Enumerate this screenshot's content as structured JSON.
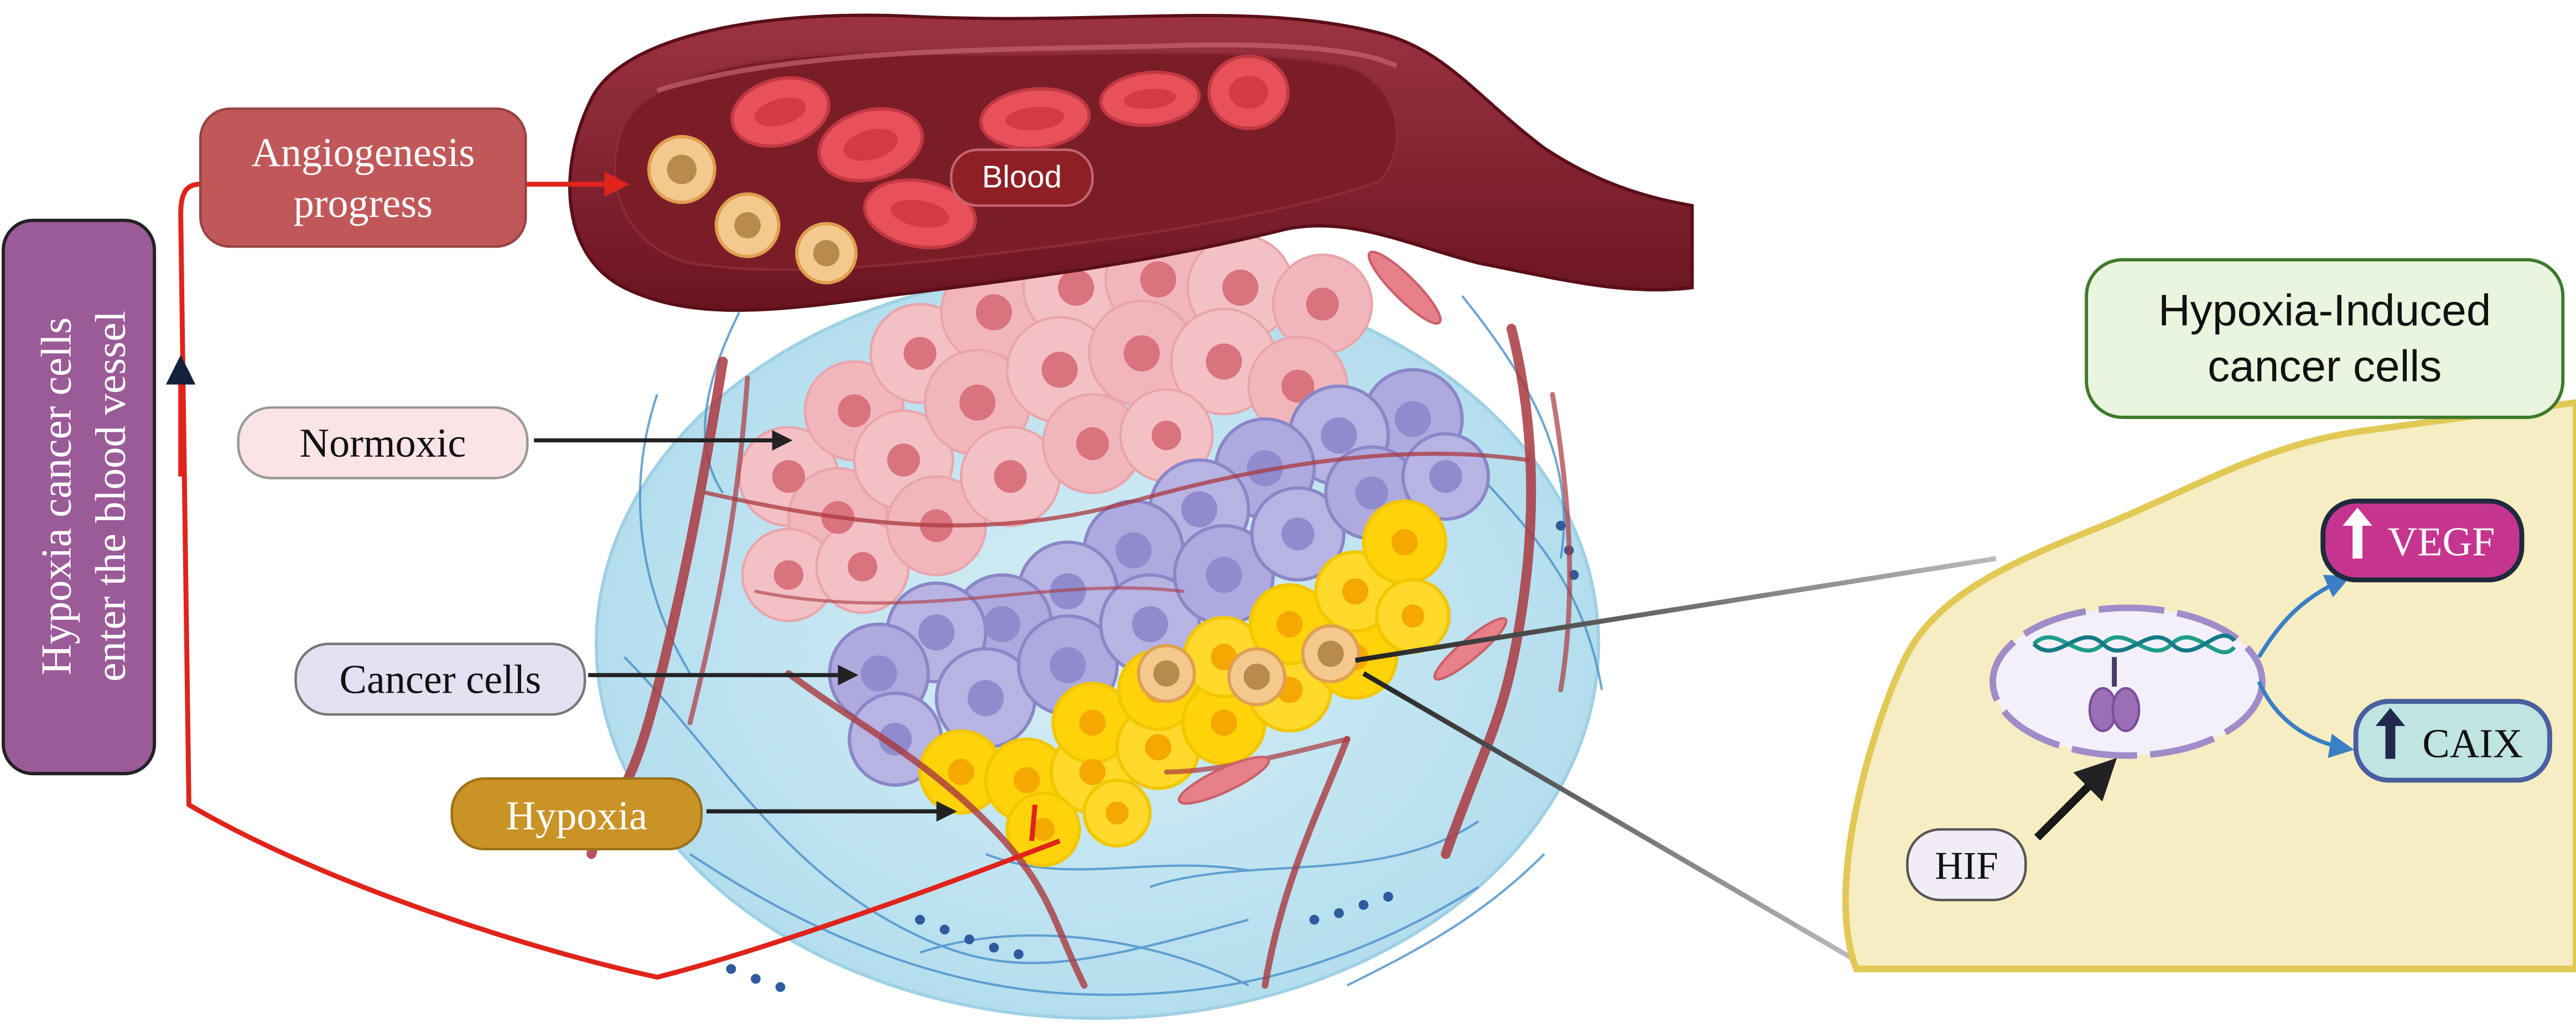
{
  "labels": {
    "side_label_line1": "Hypoxia cancer cells",
    "side_label_line2": "enter the blood vessel",
    "angiogenesis_line1": "Angiogenesis",
    "angiogenesis_line2": "progress",
    "blood": "Blood",
    "normoxic": "Normoxic",
    "cancer_cells": "Cancer cells",
    "hypoxia": "Hypoxia",
    "inset_title_line1": "Hypoxia-Induced",
    "inset_title_line2": "cancer cells",
    "vegf": "VEGF",
    "caix": "CAIX",
    "hif": "HIF"
  },
  "colors": {
    "side_label_fill": "#9b5a98",
    "angiogenesis_fill": "#c0585a",
    "blood_vessel": "#7a1e28",
    "blood_label_fill": "#8e1f25",
    "normoxic_fill": "#fbe4e6",
    "cancer_cells_fill": "#e3e0f2",
    "hypoxia_fill": "#c99326",
    "inset_title_fill": "#eaf5df",
    "inset_title_border": "#3d7a2b",
    "inset_cell_fill": "#f6edc2",
    "vegf_fill": "#c5358f",
    "caix_fill": "#bfe4e1",
    "hif_fill": "#f1ecf5",
    "red_path": "#e0241b"
  }
}
